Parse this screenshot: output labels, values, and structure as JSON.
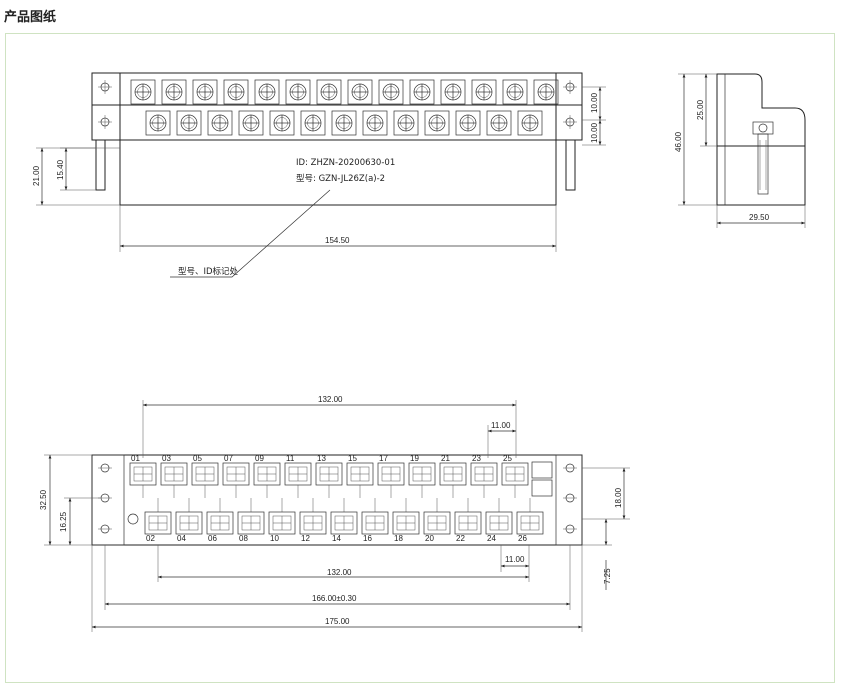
{
  "page": {
    "title": "产品图纸"
  },
  "front_view": {
    "id_text": "ID: ZHZN-20200630-01",
    "model_text": "型号: GZN-JL26Z(a)-2",
    "callout": "型号、ID标记处",
    "dims": {
      "width": "154.50",
      "height_total": "21.00",
      "height_inner": "15.40",
      "row_pitch_top": "10.00",
      "row_pitch_bottom": "10.00"
    },
    "top_terminals": 14,
    "bottom_terminals": 13
  },
  "side_view": {
    "dims": {
      "height": "46.00",
      "upper": "25.00",
      "depth": "29.50"
    }
  },
  "bottom_view": {
    "dims": {
      "top_span": "132.00",
      "top_pitch": "11.00",
      "bottom_pitch": "11.00",
      "bottom_span": "132.00",
      "mount_pitch": "166.00±0.30",
      "overall_width": "175.00",
      "height_total": "32.50",
      "height_half": "16.25",
      "right_row": "18.00",
      "right_offset": "7.25"
    },
    "top_labels": [
      "01",
      "03",
      "05",
      "07",
      "09",
      "11",
      "13",
      "15",
      "17",
      "19",
      "21",
      "23",
      "25"
    ],
    "bottom_labels": [
      "02",
      "04",
      "06",
      "08",
      "10",
      "12",
      "14",
      "16",
      "18",
      "20",
      "22",
      "24",
      "26"
    ]
  }
}
